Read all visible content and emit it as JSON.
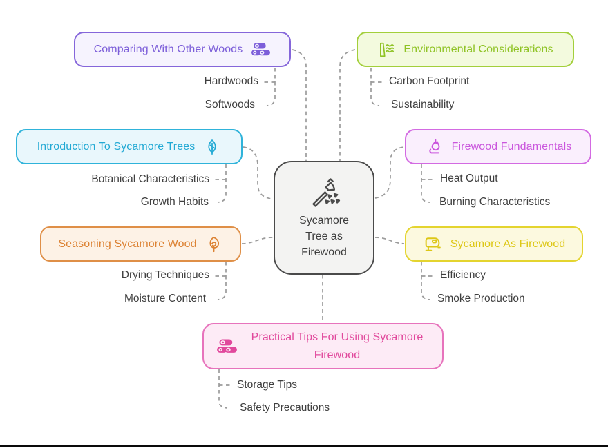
{
  "diagram": {
    "background": "#ffffff",
    "connector_color": "#9b9b9b",
    "subtopic_text_color": "#3f3f3f",
    "footer_bar_color": "#0a0a0a",
    "center": {
      "lines": [
        "Sycamore",
        "Tree as",
        "Firewood"
      ],
      "icon": "axe-wood-chips-icon",
      "border": "#4a4a4a",
      "bg": "#f3f3f2",
      "text_color": "#3e3e3e"
    },
    "branches": [
      {
        "label": "Comparing With Other Woods",
        "icon": "logs-icon",
        "icon_side": "right",
        "text_color": "#7c5ed9",
        "border": "#8566da",
        "bg": "#f6f3fe",
        "children": [
          "Hardwoods",
          "Softwoods"
        ]
      },
      {
        "label": "Environmental Considerations",
        "icon": "eco-waves-icon",
        "icon_side": "left",
        "text_color": "#8fc325",
        "border": "#a3cf3b",
        "bg": "#f3fade",
        "children": [
          "Carbon Footprint",
          "Sustainability"
        ]
      },
      {
        "label": "Introduction To Sycamore Trees",
        "icon": "leaf-icon",
        "icon_side": "right",
        "text_color": "#22a9d4",
        "border": "#2fb3da",
        "bg": "#e9f7fc",
        "children": [
          "Botanical Characteristics",
          "Growth Habits"
        ]
      },
      {
        "label": "Firewood Fundamentals",
        "icon": "flame-icon",
        "icon_side": "left",
        "text_color": "#ca56dd",
        "border": "#d36ae2",
        "bg": "#faeffd",
        "children": [
          "Heat Output",
          "Burning Characteristics"
        ]
      },
      {
        "label": "Seasoning Sycamore Wood",
        "icon": "seasoning-leaf-icon",
        "icon_side": "right",
        "text_color": "#dc8233",
        "border": "#df8f47",
        "bg": "#fdf2e6",
        "children": [
          "Drying Techniques",
          "Moisture Content"
        ]
      },
      {
        "label": "Sycamore As Firewood",
        "icon": "jigsaw-tool-icon",
        "icon_side": "left",
        "text_color": "#ddc716",
        "border": "#e4d42f",
        "bg": "#fcf9df",
        "children": [
          "Efficiency",
          "Smoke Production"
        ]
      },
      {
        "label": "Practical Tips For Using Sycamore Firewood",
        "icon": "firewood-stack-icon",
        "icon_side": "left",
        "text_color": "#e1489c",
        "border": "#e773bc",
        "bg": "#fdebf6",
        "children": [
          "Storage Tips",
          "Safety Precautions"
        ]
      }
    ]
  }
}
